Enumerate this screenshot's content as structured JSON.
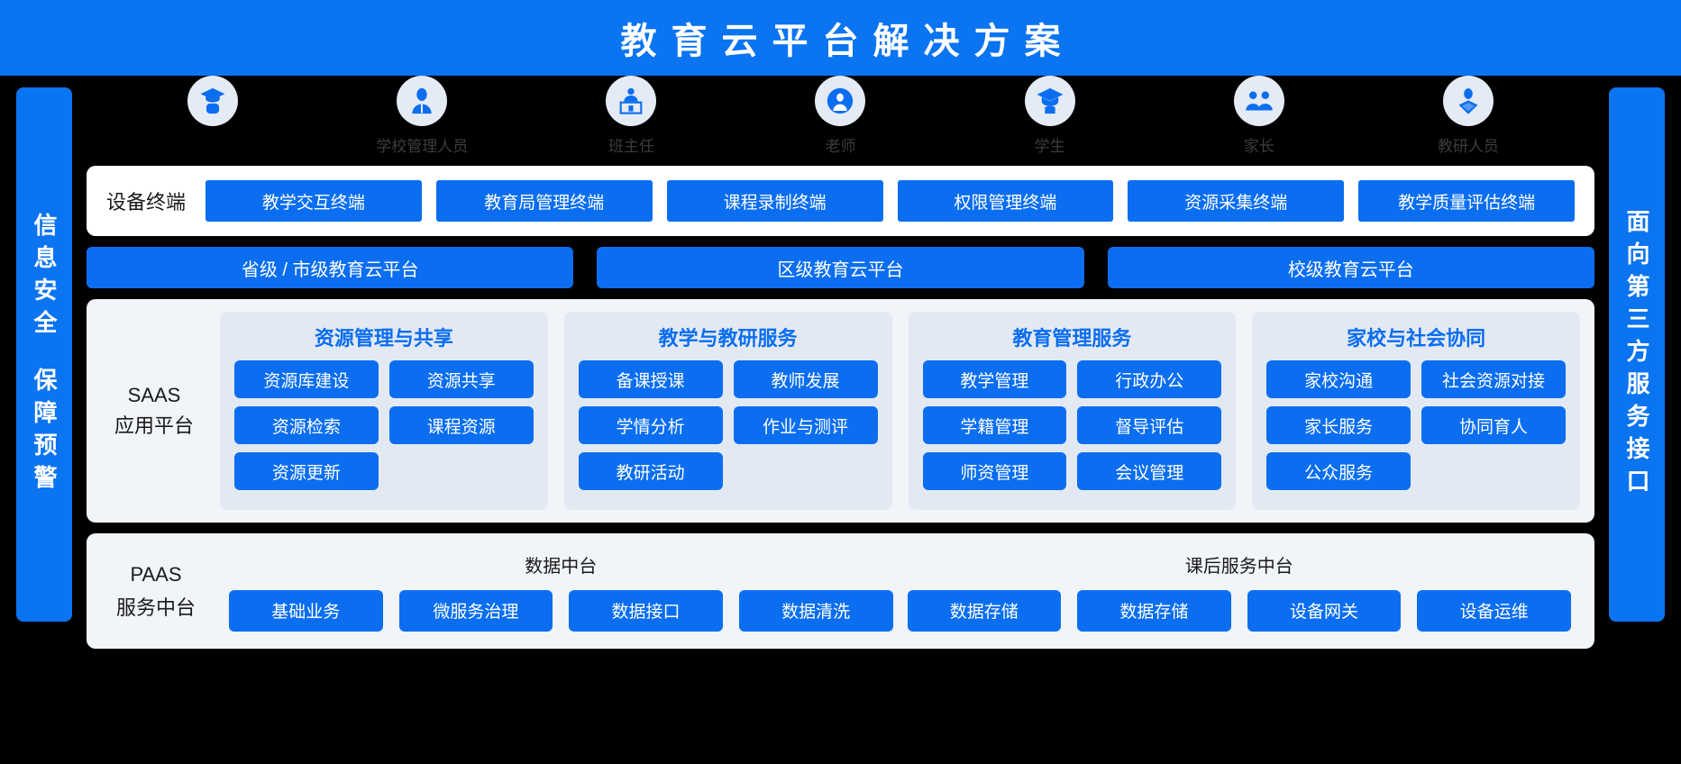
{
  "header": {
    "title": "教育云平台解决方案",
    "bg_color": "#0b74f0"
  },
  "sidebars": {
    "left": {
      "name": "信息安全保障预警",
      "line1": "信息安全",
      "line2": "保障预警"
    },
    "right": {
      "name": "面向第三方服务接口",
      "line1": "面向第三方服务接口"
    }
  },
  "roles": [
    {
      "label": "",
      "icon": "graduate-user-icon"
    },
    {
      "label": "学校管理人员",
      "icon": "admin-user-icon"
    },
    {
      "label": "班主任",
      "icon": "podium-teacher-icon"
    },
    {
      "label": "老师",
      "icon": "teacher-badge-icon"
    },
    {
      "label": "学生",
      "icon": "student-cap-icon"
    },
    {
      "label": "家长",
      "icon": "parents-group-icon"
    },
    {
      "label": "教研人员",
      "icon": "researcher-icon"
    }
  ],
  "terminal_band": {
    "label": "设备终端",
    "items": [
      "教学交互终端",
      "教育局管理终端",
      "课程录制终端",
      "权限管理终端",
      "资源采集终端",
      "教学质量评估终端"
    ]
  },
  "cloud_platforms": [
    "省级 / 市级教育云平台",
    "区级教育云平台",
    "校级教育云平台"
  ],
  "saas": {
    "label_line1": "SAAS",
    "label_line2": "应用平台",
    "groups": [
      {
        "title": "资源管理与共享",
        "items": [
          "资源库建设",
          "资源共享",
          "资源检索",
          "课程资源",
          "资源更新"
        ]
      },
      {
        "title": "教学与教研服务",
        "items": [
          "备课授课",
          "教师发展",
          "学情分析",
          "作业与测评",
          "教研活动"
        ]
      },
      {
        "title": "教育管理服务",
        "items": [
          "教学管理",
          "行政办公",
          "学籍管理",
          "督导评估",
          "师资管理",
          "会议管理"
        ]
      },
      {
        "title": "家校与社会协同",
        "items": [
          "家校沟通",
          "社会资源对接",
          "家长服务",
          "协同育人",
          "公众服务"
        ]
      }
    ]
  },
  "paas": {
    "label_line1": "PAAS",
    "label_line2": "服务中台",
    "halves": [
      {
        "title": "数据中台",
        "items": [
          "基础业务",
          "微服务治理",
          "数据接口",
          "数据清洗"
        ]
      },
      {
        "title": "课后服务中台",
        "items": [
          "数据存储",
          "数据存储",
          "设备网关",
          "设备运维"
        ]
      }
    ]
  },
  "colors": {
    "brand_blue": "#0b74f0",
    "chip_blue": "#0b6ef0",
    "panel_gray": "#f1f4f8",
    "group_gray": "#e3e9f3",
    "avatar_gray": "#e4ebf5",
    "page_black": "#000000"
  }
}
